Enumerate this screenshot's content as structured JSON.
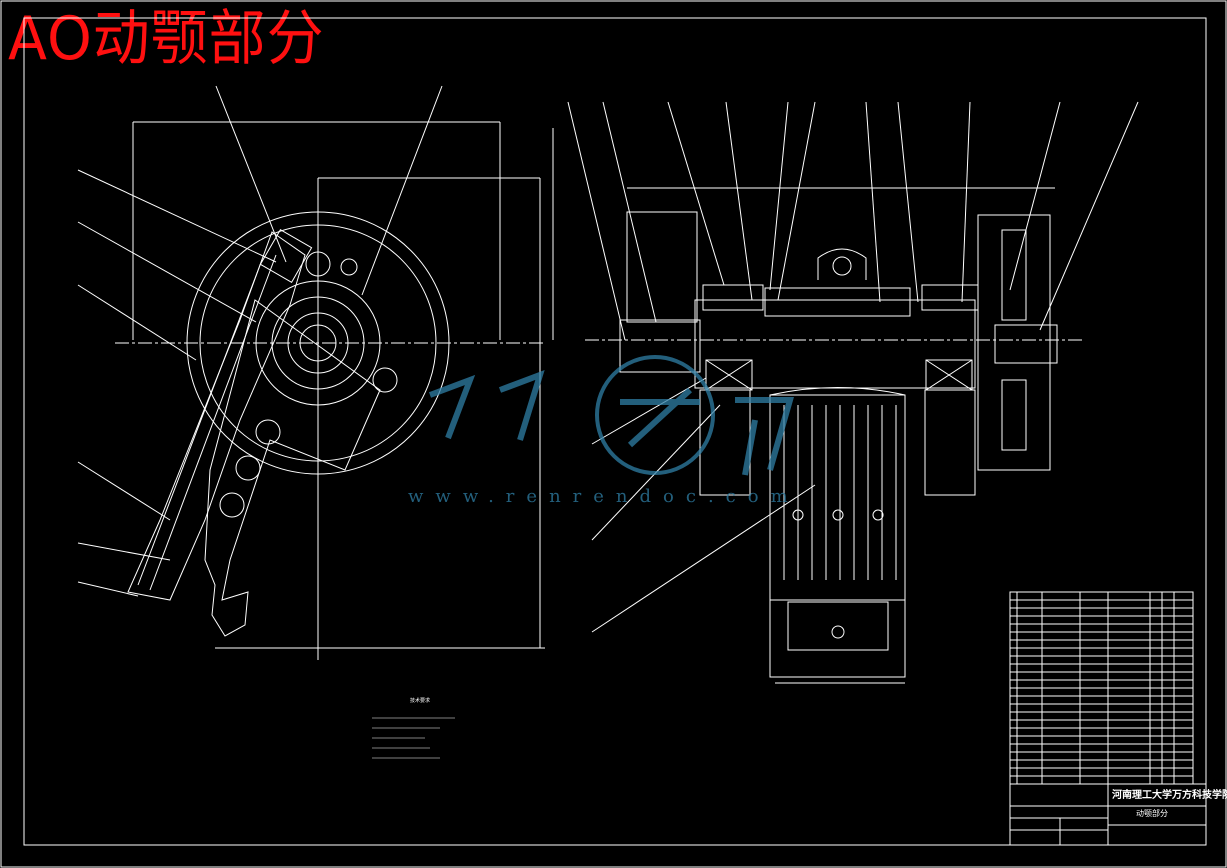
{
  "title": "AO动颚部分",
  "watermark": {
    "text": "www.renrendoc.com"
  },
  "title_block": {
    "school": "河南理工大学万方科技学院",
    "part_name": "动颚部分"
  },
  "notes": {
    "heading": "技术要求"
  },
  "colors": {
    "background": "#000000",
    "lines": "#ffffff",
    "title": "#ff1010",
    "watermark": "#2f7fa6"
  }
}
